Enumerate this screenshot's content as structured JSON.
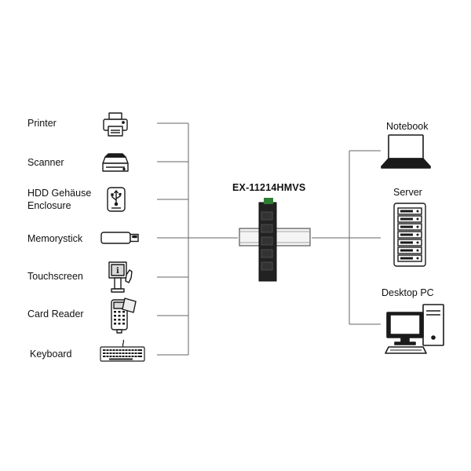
{
  "hub": {
    "name": "EX-11214HMVS"
  },
  "devices_left": [
    {
      "label": "Printer",
      "icon": "printer-icon"
    },
    {
      "label": "Scanner",
      "icon": "scanner-icon"
    },
    {
      "label": "HDD Gehäuse\nEnclosure",
      "icon": "usb-drive-enclosure-icon"
    },
    {
      "label": "Memorystick",
      "icon": "usb-stick-icon"
    },
    {
      "label": "Touchscreen",
      "icon": "touchscreen-kiosk-icon"
    },
    {
      "label": "Card Reader",
      "icon": "card-reader-icon"
    },
    {
      "label": "Keyboard",
      "icon": "keyboard-icon"
    }
  ],
  "devices_right": [
    {
      "label": "Notebook",
      "icon": "notebook-icon"
    },
    {
      "label": "Server",
      "icon": "server-icon"
    },
    {
      "label": "Desktop PC",
      "icon": "desktop-pc-icon"
    }
  ],
  "colors": {
    "line": "#666666",
    "icon": "#1a1a1a",
    "hub": "#222222"
  }
}
